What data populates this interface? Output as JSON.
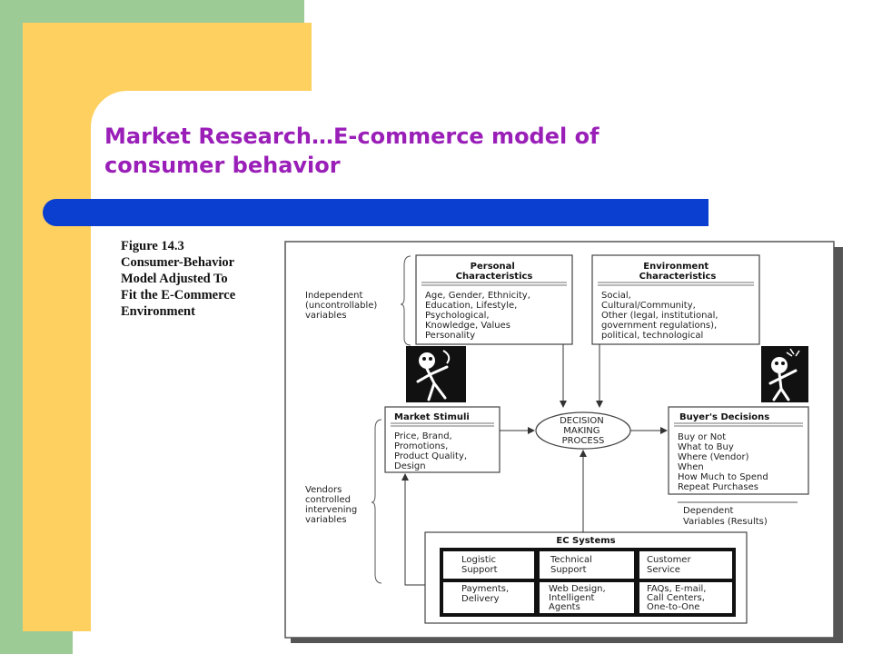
{
  "slide": {
    "title_line1": "Market Research…E-commerce model of",
    "title_line2": "consumer behavior"
  },
  "figure": {
    "caption_lines": [
      "Figure 14.3",
      "Consumer-Behavior",
      "Model Adjusted To",
      "Fit the E-Commerce",
      "Environment"
    ],
    "independent_label": [
      "Independent",
      "(uncontrollable)",
      "variables"
    ],
    "vendors_label": [
      "Vendors",
      "controlled",
      "intervening",
      "variables"
    ],
    "dependent_label": [
      "Dependent",
      "Variables (Results)"
    ],
    "personal": {
      "title": [
        "Personal",
        "Characteristics"
      ],
      "items": [
        "Age, Gender, Ethnicity,",
        "Education, Lifestyle,",
        "Psychological,",
        "Knowledge, Values",
        "Personality"
      ]
    },
    "environment": {
      "title": [
        "Environment",
        "Characteristics"
      ],
      "items": [
        "Social,",
        "Cultural/Community,",
        "Other (legal, institutional,",
        "government regulations),",
        "political, technological"
      ]
    },
    "market_stimuli": {
      "title": "Market Stimuli",
      "items": [
        "Price, Brand,",
        "Promotions,",
        "Product Quality,",
        "Design"
      ]
    },
    "decision": [
      "DECISION",
      "MAKING",
      "PROCESS"
    ],
    "buyers": {
      "title": "Buyer's Decisions",
      "items": [
        "Buy or Not",
        "What to Buy",
        "Where (Vendor)",
        "When",
        "How Much to Spend",
        "Repeat Purchases"
      ]
    },
    "ec_systems": {
      "title": "EC Systems",
      "cells": [
        [
          "Logistic",
          "Support"
        ],
        [
          "Technical",
          "Support"
        ],
        [
          "Customer",
          "Service"
        ],
        [
          "Payments,",
          "Delivery"
        ],
        [
          "Web Design,",
          "Intelligent",
          "Agents"
        ],
        [
          "FAQs, E-mail,",
          "Call Centers,",
          "One-to-One"
        ]
      ]
    }
  }
}
